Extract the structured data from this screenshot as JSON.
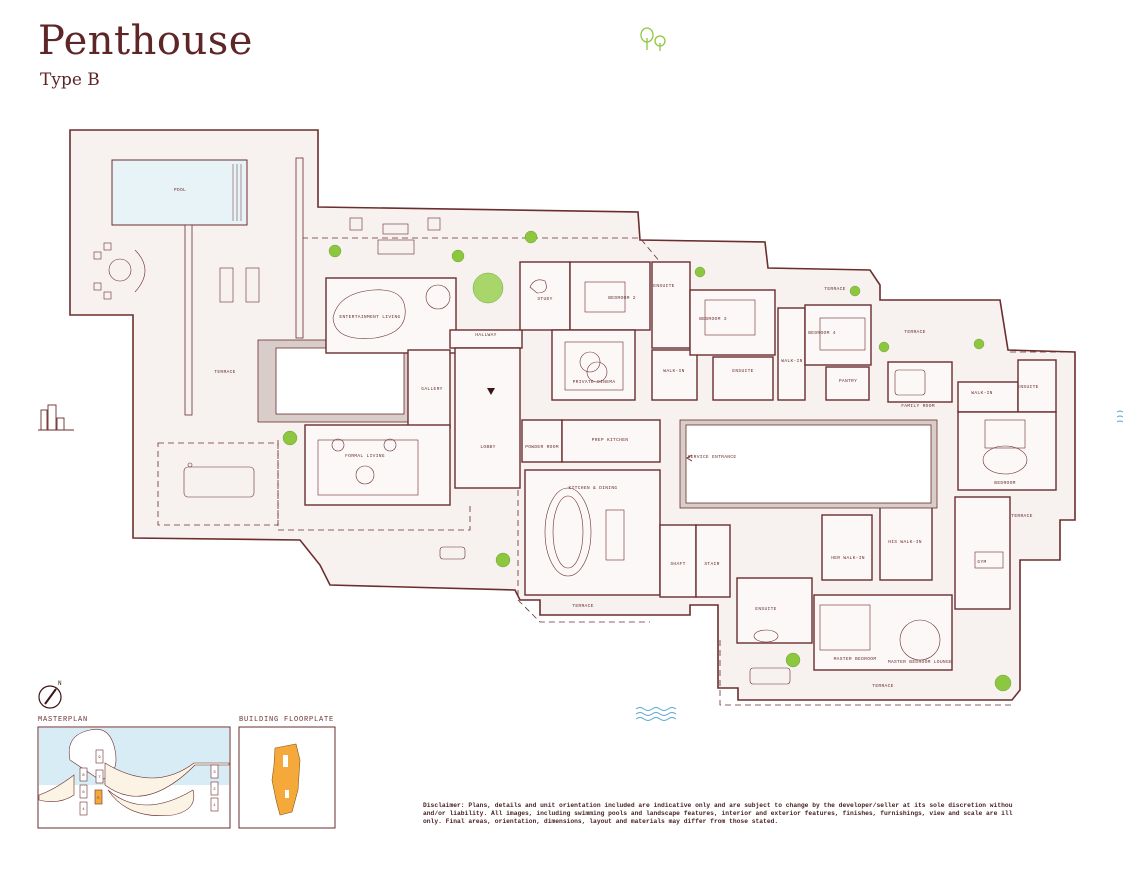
{
  "header": {
    "title": "Penthouse",
    "subtitle": "Type B"
  },
  "colors": {
    "wall": "#6b2e2e",
    "floor": "#f7f1f0",
    "pool": "#e8f3f8",
    "tree": "#8dc63f",
    "highlight": "#f5a93a",
    "water": "#d8ecf5"
  },
  "rooms": {
    "pool": "POOL",
    "terrace_left": "TERRACE",
    "entertainment_living": "ENTERTAINMENT LIVING",
    "hallway": "HALLWAY",
    "gallery": "GALLERY",
    "formal_living": "FORMAL LIVING",
    "lobby": "LOBBY",
    "study": "STUDY",
    "bedroom_2": "BEDROOM 2",
    "private_cinema": "PRIVATE CINEMA",
    "ensuite_1": "ENSUITE",
    "walk_in_1": "WALK-IN",
    "bedroom_3": "BEDROOM 3",
    "ensuite_2": "ENSUITE",
    "bedroom_4": "BEDROOM 4",
    "walk_in_2": "WALK-IN",
    "pantry": "PANTRY",
    "terrace_top": "TERRACE",
    "terrace_right": "TERRACE",
    "family_room": "FAMILY ROOM",
    "walk_in_3": "WALK-IN",
    "ensuite_3": "ENSUITE",
    "bedroom_5": "BEDROOM",
    "powder_room": "POWDER ROOM",
    "prep_kitchen": "PREP KITCHEN",
    "service_entrance": "SERVICE ENTRANCE",
    "kitchen_dining": "KITCHEN & DINING",
    "terrace_kitchen": "TERRACE",
    "her_walk_in": "HER WALK-IN",
    "his_walk_in": "HIS WALK-IN",
    "gym": "GYM",
    "terrace_gym": "TERRACE",
    "master_ensuite": "ENSUITE",
    "master_bedroom": "MASTER BEDROOM",
    "master_lounge": "MASTER BEDROOM LOUNGE",
    "terrace_master": "TERRACE",
    "shaft": "SHAFT",
    "stair": "STAIR"
  },
  "key_plans": {
    "north": "N",
    "masterplan_label": "MASTERPLAN",
    "floorplate_label": "BUILDING FLOORPLATE",
    "buildings": [
      "9",
      "8",
      "7",
      "6",
      "5",
      "4",
      "3",
      "2",
      "1"
    ]
  },
  "disclaimer": "Disclaimer: Plans, details and unit orientation included are indicative only and are subject to change by the developer/seller at its sole discretion withou\nand/or liability. All images, including swimming pools and landscape features, interior and exterior features, finishes, furnishings, view and scale are ill\nonly. Final areas, orientation, dimensions, layout and materials may differ from those stated."
}
